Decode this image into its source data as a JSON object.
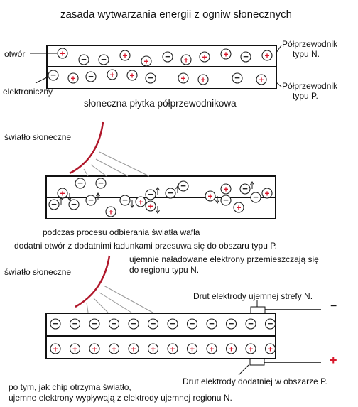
{
  "title": "zasada wytwarzania energii z ogniw słonecznych",
  "labels": {
    "hole": "otwór",
    "electron": "elektroniczny",
    "n_type": [
      "Półprzewodnik",
      "typu N."
    ],
    "p_type": [
      "Półprzewodnik",
      "typu P."
    ],
    "plate": "słoneczna płytka półprzewodnikowa",
    "sunlight_1": "światło słoneczne",
    "sunlight_2": "światło słoneczne",
    "process_1": "podczas procesu odbierania światła wafla",
    "process_2": "dodatni otwór z dodatnimi ładunkami przesuwa się do obszaru typu P.",
    "process_3": [
      "ujemnie naładowane elektrony przemieszczają się",
      "do regionu typu N."
    ],
    "electrode_neg": "Drut elektrody ujemnej strefy N.",
    "electrode_pos": "Drut elektrody dodatniej w obszarze P.",
    "minus_sign": "−",
    "plus_sign": "+",
    "final": [
      "po tym, jak chip otrzyma światło,",
      "ujemne elektrony wypływają z elektrody ujemnej regionu N."
    ]
  },
  "charges": {
    "positive_symbol": "+",
    "negative_symbol": "−"
  },
  "colors": {
    "positive": "#d8182c",
    "negative": "#222222",
    "sun_arc": "#b0172a",
    "panel": "#111111"
  }
}
